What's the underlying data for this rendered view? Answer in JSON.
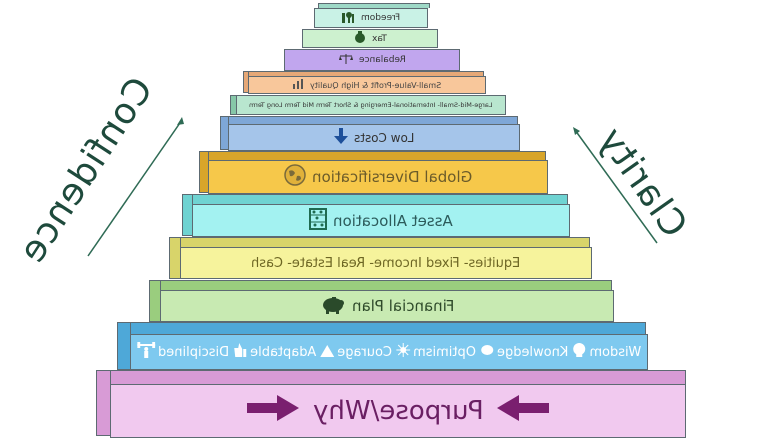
{
  "pyramid": {
    "levels": [
      {
        "label": "Freedom",
        "color": "#c9f2e6",
        "icon": "tree-person-icon"
      },
      {
        "label": "Tax",
        "color": "#cdf1cf",
        "icon": "money-bag-icon"
      },
      {
        "label": "Rebalance",
        "color": "#c1a6ee",
        "icon": "scales-icon"
      },
      {
        "label": "Small-Value-Profit & High Quality",
        "color": "#f8c79b",
        "icon": "chart-icon"
      },
      {
        "label": "Large-Mid-Small- International-Emerging & Short Term Mid Term Long Term",
        "color": "#b9e6cf",
        "icon": ""
      },
      {
        "label": "Low Costs",
        "color": "#a5c5ea",
        "icon": "down-arrow-icon"
      },
      {
        "label": "Global Diversification",
        "color": "#f6c84a",
        "icon": "globe-icon"
      },
      {
        "label": "Asset Allocation",
        "color": "#a3f2f1",
        "icon": "abacus-icon"
      },
      {
        "label": "Equities- Fixed Income- Real Estate- Cash",
        "color": "#f6f39c",
        "icon": ""
      },
      {
        "label": "Financial Plan",
        "color": "#c8eab2",
        "icon": "piggy-bank-icon"
      },
      {
        "label": "Wisdom Knowledge Optimism Courage Adaptable Disciplined",
        "color": "#7ec9ef",
        "icon": ""
      },
      {
        "label": "Purpose/Why",
        "color": "#f1c9ef",
        "icon": "arrows-icon"
      }
    ],
    "values": [
      {
        "label": "Wisdom",
        "icon": "head-icon"
      },
      {
        "label": "Knowledge",
        "icon": "brain-icon"
      },
      {
        "label": "Optimism",
        "icon": "sun-icon"
      },
      {
        "label": "Courage",
        "icon": "climber-icon"
      },
      {
        "label": "Adaptable",
        "icon": "thumbs-up-icon"
      },
      {
        "label": "Disciplined",
        "icon": "weightlifter-icon"
      }
    ],
    "left_word": "Confidence",
    "right_word": "Clarity"
  }
}
